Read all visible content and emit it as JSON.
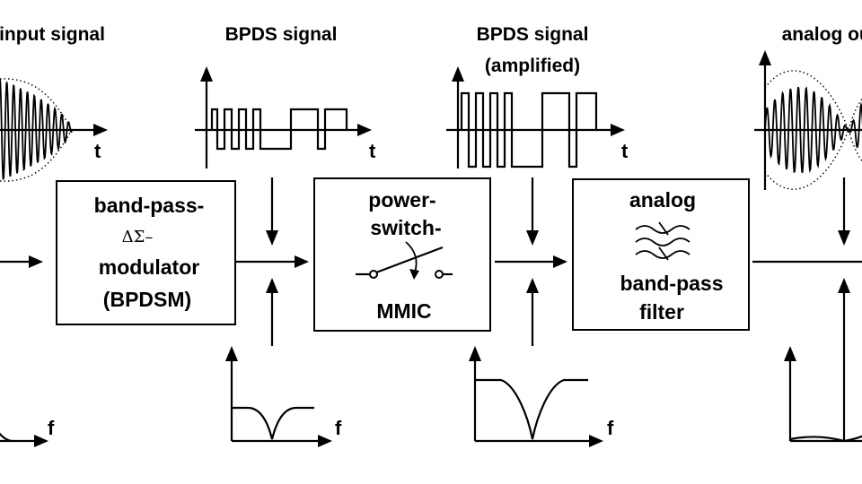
{
  "signals": {
    "input": "input signal",
    "bpds": "BPDS signal",
    "bpds_amp_1": "BPDS signal",
    "bpds_amp_2": "(amplified)",
    "analog_out": "analog output"
  },
  "blocks": {
    "bpdsm": {
      "line1": "band-pass-",
      "symbol": "ΔΣ–",
      "line2": "modulator",
      "line3": "(BPDSM)"
    },
    "mmic": {
      "line1": "power-",
      "line2": "switch-",
      "line3": "MMIC"
    },
    "filter": {
      "line1": "analog",
      "line2": "band-pass",
      "line3": "filter"
    }
  },
  "axes": {
    "time": "t",
    "freq": "f"
  }
}
